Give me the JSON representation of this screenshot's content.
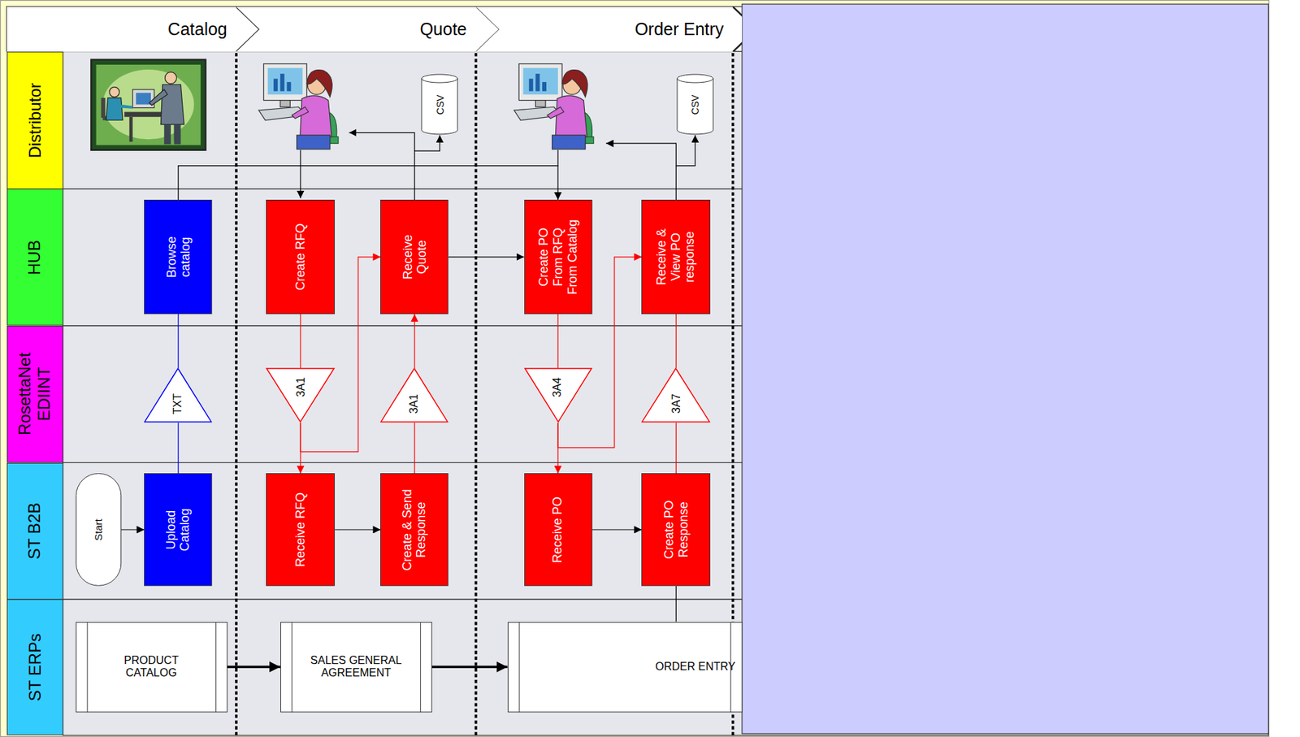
{
  "diagram": {
    "nodes": [
      {
        "text": [
          "Catalog"
        ]
      },
      {
        "text": [
          "Quote"
        ]
      },
      {
        "text": [
          "Order Entry"
        ]
      },
      {
        "text": [
          "Distributor"
        ]
      },
      {
        "text": [
          "CSV"
        ]
      },
      {
        "text": [
          "CSV"
        ]
      },
      {
        "text": [
          "HUB"
        ]
      },
      {
        "text": [
          "Browse catalog"
        ]
      },
      {
        "text": [
          "Create RFQ"
        ]
      },
      {
        "text": [
          "Receive Quote"
        ]
      },
      {
        "text": [
          "Create PO From RFQ From Catalog"
        ]
      },
      {
        "text": [
          "Receive & View PO response"
        ]
      },
      {
        "text": [
          "RosettaNet EDIINT"
        ]
      },
      {
        "text": [
          "TXT"
        ]
      },
      {
        "text": [
          "3A1"
        ]
      },
      {
        "text": [
          "3A1"
        ]
      },
      {
        "text": [
          "3A4"
        ]
      },
      {
        "text": [
          "3A7"
        ]
      },
      {
        "text": [
          "ST B2B"
        ]
      },
      {
        "text": [
          "Start"
        ]
      },
      {
        "text": [
          "Upload Catalog"
        ]
      },
      {
        "text": [
          "Receive RFQ"
        ]
      },
      {
        "text": [
          "Create & Send Response"
        ]
      },
      {
        "text": [
          "Receive PO"
        ]
      },
      {
        "text": [
          "Create PO Response"
        ]
      },
      {
        "text": [
          "ST ERPs"
        ]
      },
      {
        "text": [
          "PRODUCT CATALOG"
        ]
      },
      {
        "text": [
          "SALES GENERAL AGREEMENT"
        ]
      },
      {
        "text": [
          "ORDER ENTRY"
        ]
      }
    ],
    "edges": [
      {
        "from": 19,
        "to": 20,
        "arrow": "to"
      },
      {
        "from": 20,
        "to": 13,
        "arrow": "none"
      },
      {
        "from": 13,
        "to": 7,
        "arrow": "none"
      },
      {
        "from": 7,
        "to": 10,
        "arrow": "to"
      },
      {
        "from": 8,
        "to": 14,
        "arrow": "none"
      },
      {
        "from": 14,
        "to": 21,
        "arrow": "to"
      },
      {
        "from": 14,
        "to": 9,
        "arrow": "to"
      },
      {
        "from": 21,
        "to": 22,
        "arrow": "to"
      },
      {
        "from": 22,
        "to": 15,
        "arrow": "none"
      },
      {
        "from": 15,
        "to": 9,
        "arrow": "to"
      },
      {
        "from": 9,
        "to": 4,
        "arrow": "to"
      },
      {
        "from": 9,
        "to": 10,
        "arrow": "to"
      },
      {
        "from": 10,
        "to": 16,
        "arrow": "none"
      },
      {
        "from": 16,
        "to": 23,
        "arrow": "to"
      },
      {
        "from": 16,
        "to": 11,
        "arrow": "to"
      },
      {
        "from": 23,
        "to": 24,
        "arrow": "to"
      },
      {
        "from": 24,
        "to": 17,
        "arrow": "none"
      },
      {
        "from": 17,
        "to": 11,
        "arrow": "none"
      },
      {
        "from": 11,
        "to": 5,
        "arrow": "to"
      },
      {
        "from": 24,
        "to": 28,
        "arrow": "none"
      },
      {
        "from": 26,
        "to": 27,
        "arrow": "to"
      },
      {
        "from": 27,
        "to": 28,
        "arrow": "to"
      }
    ]
  }
}
